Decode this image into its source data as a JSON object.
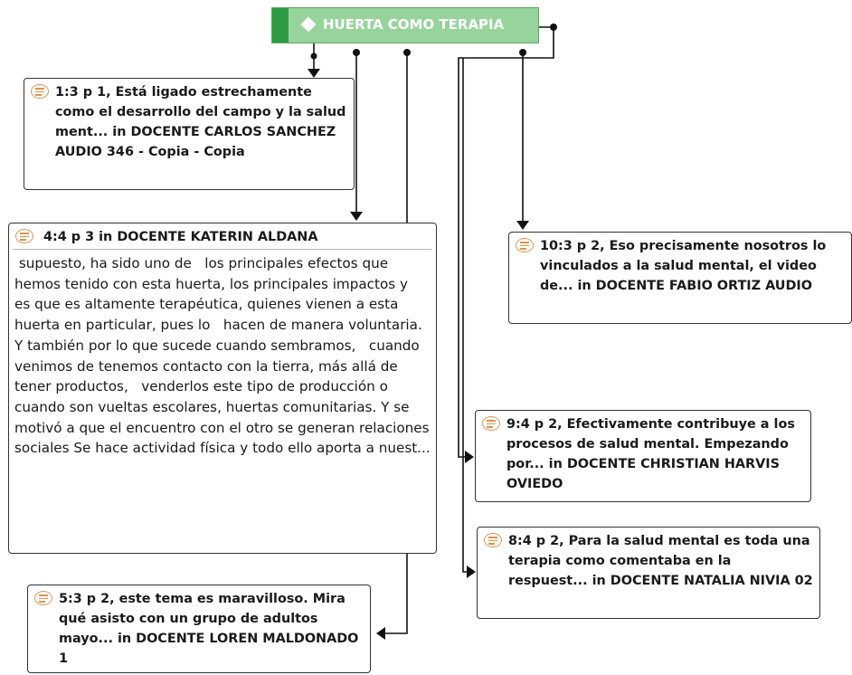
{
  "root": {
    "label": "HUERTA COMO TERAPIA",
    "color": "#96d49b",
    "accent": "#2f9b45"
  },
  "quotes": {
    "q1": {
      "text": "1:3 p 1, Está ligado estrechamente como el desarrollo del campo y la salud ment... in DOCENTE CARLOS SANCHEZ AUDIO 346 - Copia - Copia"
    },
    "q4": {
      "title": "4:4 p 3 in DOCENTE KATERIN ALDANA",
      "body": " supuesto, ha sido uno de   los principales efectos que hemos tenido con esta huerta, los principales impactos y   es que es altamente terapéutica, quienes vienen a esta huerta en particular, pues lo   hacen de manera voluntaria. Y también por lo que sucede cuando sembramos,   cuando venimos de tenemos contacto con la tierra, más allá de tener productos,   venderlos este tipo de producción o cuando son vueltas escolares, huertas comunitarias. Y se motivó a que el encuentro con el otro se generan relaciones   sociales Se hace actividad física y todo ello aporta a nuest..."
    },
    "q10": {
      "text": "10:3 p 2, Eso precisamente nosotros lo vinculados a la salud mental, el video de... in DOCENTE FABIO ORTIZ AUDIO"
    },
    "q9": {
      "text": "9:4 p 2, Efectivamente contribuye a los procesos de salud mental. Empezando por... in DOCENTE CHRISTIAN HARVIS OVIEDO"
    },
    "q8": {
      "text": "8:4 p 2, Para la salud mental es toda una terapia como comentaba en la respuest... in DOCENTE NATALIA NIVIA 02"
    },
    "q5": {
      "text": "5:3 p 2, este tema es maravilloso. Mira qué asisto con un grupo de adultos mayo... in DOCENTE LOREN MALDONADO 1"
    }
  },
  "icons": {
    "root": "diamond-icon",
    "quote": "quotation-icon"
  }
}
